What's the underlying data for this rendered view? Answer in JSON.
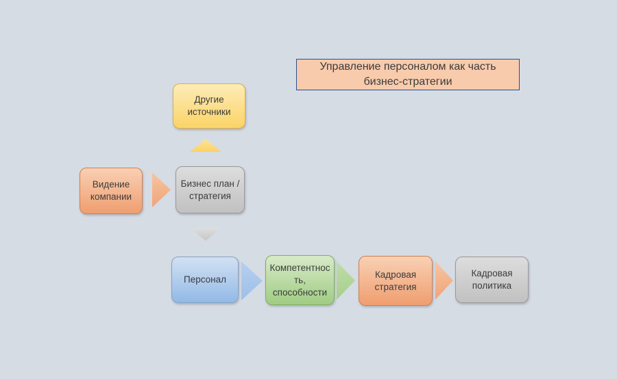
{
  "diagram": {
    "background_color": "#d6dce4",
    "text_color": "#3b3b3b",
    "title": {
      "text": "Управление персоналом как часть\nбизнес-стратегии",
      "fill": "#f8cbad",
      "border_color": "#2e4d8f"
    },
    "nodes": {
      "other_sources": {
        "label": "Другие\nисточники",
        "fill_top": "#fdecb8",
        "fill_bottom": "#fbd466",
        "border": "#dcae4c"
      },
      "company_vision": {
        "label": "Видение\nкомпании",
        "fill_top": "#f9d0b4",
        "fill_bottom": "#ef9e6f",
        "border": "#ce8055"
      },
      "business_plan": {
        "label": "Бизнес план /\nстратегия",
        "fill_top": "#dddddd",
        "fill_bottom": "#c1c1c1",
        "border": "#999999"
      },
      "personnel": {
        "label": "Персонал",
        "fill_top": "#d2e1f3",
        "fill_bottom": "#92b9e6",
        "border": "#86a2c6"
      },
      "competence": {
        "label": "Компетентнос\nть,\nспособности",
        "fill_top": "#d7eac8",
        "fill_bottom": "#a0cc83",
        "border": "#7fae60"
      },
      "hr_strategy": {
        "label": "Кадровая\nстратегия",
        "fill_top": "#f9d0b4",
        "fill_bottom": "#ef9e6f",
        "border": "#ce8055"
      },
      "hr_policy": {
        "label": "Кадровая\nполитика",
        "fill_top": "#dddddd",
        "fill_bottom": "#c1c1c1",
        "border": "#999999"
      }
    },
    "arrows": [
      {
        "from": "business_plan",
        "to": "other_sources",
        "direction": "up",
        "color": "#fbd470"
      },
      {
        "from": "company_vision",
        "to": "business_plan",
        "direction": "right",
        "color": "#f3b58e"
      },
      {
        "from": "business_plan",
        "to": "personnel",
        "direction": "down",
        "color": "#d2d2d2"
      },
      {
        "from": "personnel",
        "to": "competence",
        "direction": "right",
        "color": "#a9c7ec"
      },
      {
        "from": "competence",
        "to": "hr_strategy",
        "direction": "right",
        "color": "#afd395"
      },
      {
        "from": "hr_strategy",
        "to": "hr_policy",
        "direction": "right",
        "color": "#f3b58e"
      }
    ]
  }
}
